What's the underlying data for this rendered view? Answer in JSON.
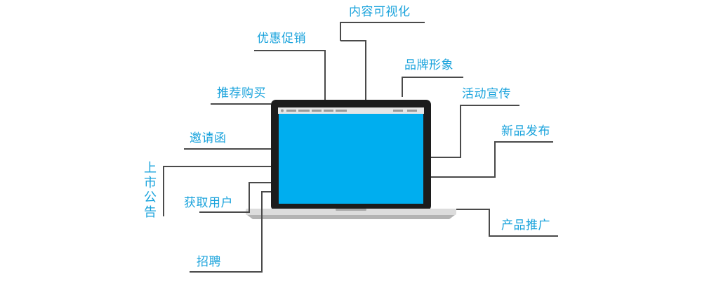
{
  "labels": {
    "content_visualization": "内容可视化",
    "promotion": "优惠促销",
    "brand_image": "品牌形象",
    "recommend_purchase": "推荐购买",
    "event_promotion": "活动宣传",
    "invitation": "邀请函",
    "new_product_launch": "新品发布",
    "listing_announcement": "上市公告",
    "user_acquisition": "获取用户",
    "product_promotion": "产品推广",
    "recruitment": "招聘"
  },
  "colors": {
    "label_text": "#1aa3dc",
    "connector": "#4a4a4a",
    "laptop_bezel": "#1c1c1c",
    "laptop_screen": "#00aeef",
    "laptop_base": "#dcdcdc"
  }
}
